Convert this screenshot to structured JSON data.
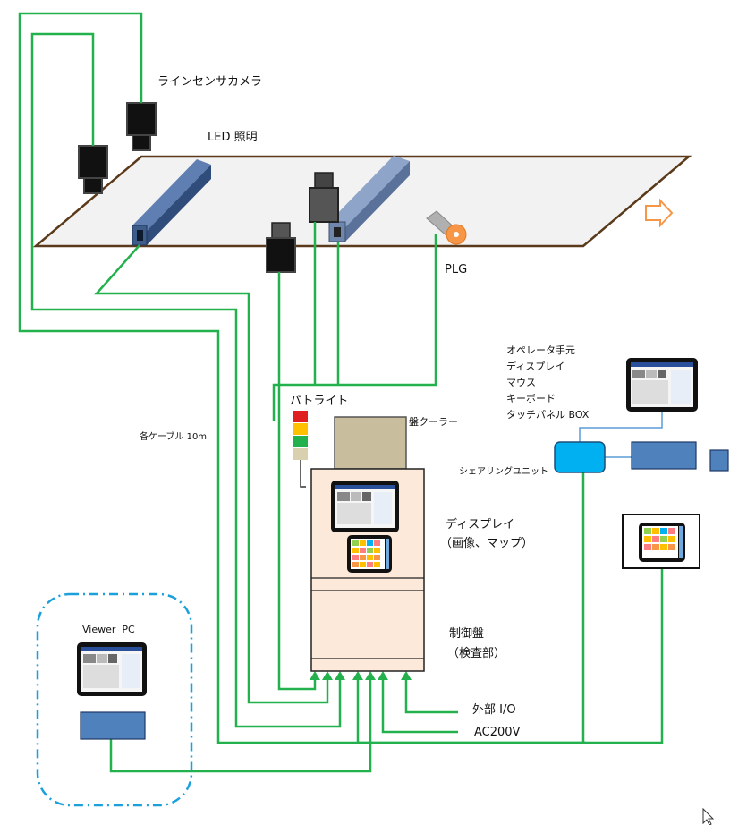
{
  "labels": {
    "line_sensor_camera": "ラインセンサカメラ",
    "led_lighting": "LED 照明",
    "plg": "PLG",
    "patlite": "パトライト",
    "panel_cooler": "盤クーラー",
    "cables": "各ケーブル 10m",
    "operator_panel": [
      "オペレータ手元",
      "ディスプレイ",
      "マウス",
      "キーボード",
      "タッチパネル BOX"
    ],
    "sharing_unit": "シェアリングユニット",
    "display": [
      "ディスプレイ",
      "（画像、マップ）"
    ],
    "control_panel": [
      "制御盤",
      "（検査部）"
    ],
    "external_io": "外部 I/O",
    "ac200v": "AC200V",
    "viewer_pc": "Viewer  PC"
  },
  "colors": {
    "wire": "#22b14c",
    "conveyor_outline": "#5a3a1a",
    "led_bar": "#3e5c8a",
    "led_bar_light": "#6f87ad",
    "cabinet": "#fde9d9",
    "cooler": "#c8bd9c",
    "pc_box": "#4f81bd",
    "sharing_unit": "#00b0f0",
    "plg_wheel": "#f79646",
    "dashed_frame": "#1ca0dc"
  },
  "icons": [
    "camera-icon",
    "led-bar-icon",
    "plg-encoder-icon",
    "direction-arrow-icon",
    "signal-tower-icon",
    "monitor-icon",
    "touch-panel-icon",
    "mouse-cursor-icon"
  ]
}
